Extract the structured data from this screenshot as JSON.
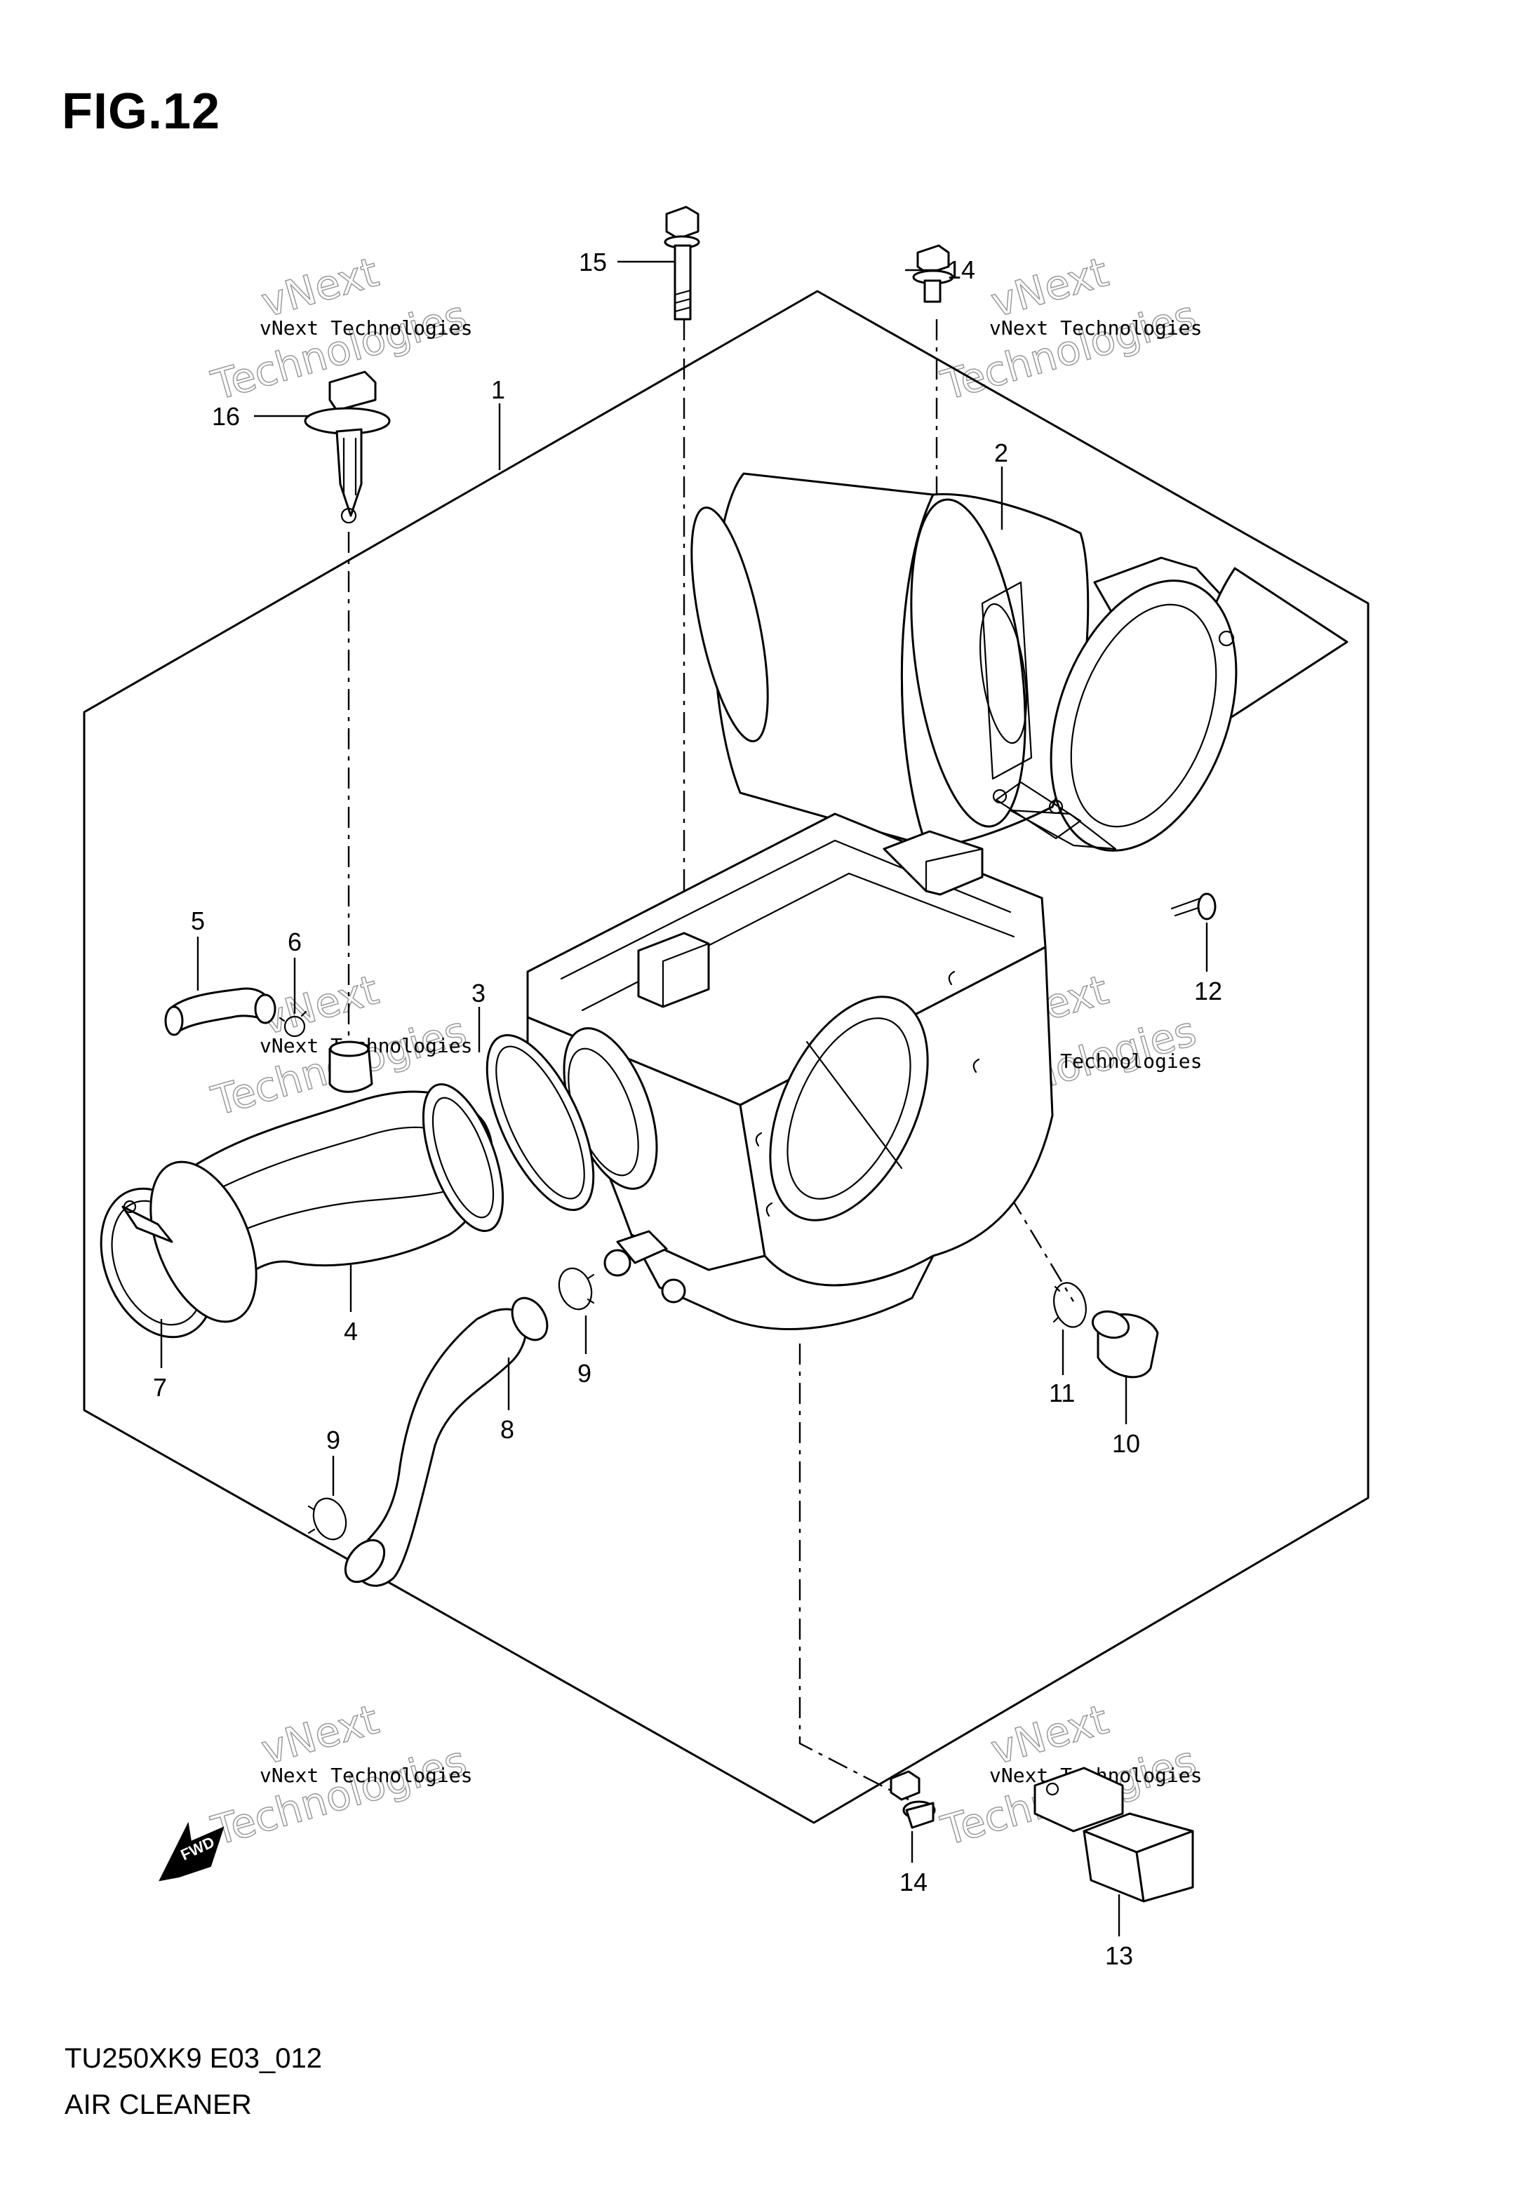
{
  "figure": {
    "title": "FIG.12",
    "model_code": "TU250XK9 E03_012",
    "subtitle": "AIR CLEANER"
  },
  "watermark": {
    "line1": "vNext Technologies",
    "line2_a": "vNext",
    "line2_b": "Technologies"
  },
  "forward_arrow": {
    "label": "FWD"
  },
  "callouts": [
    {
      "id": "c1",
      "label": "1"
    },
    {
      "id": "c2",
      "label": "2"
    },
    {
      "id": "c3",
      "label": "3"
    },
    {
      "id": "c4",
      "label": "4"
    },
    {
      "id": "c5",
      "label": "5"
    },
    {
      "id": "c6",
      "label": "6"
    },
    {
      "id": "c7",
      "label": "7"
    },
    {
      "id": "c8",
      "label": "8"
    },
    {
      "id": "c9a",
      "label": "9"
    },
    {
      "id": "c9b",
      "label": "9"
    },
    {
      "id": "c10",
      "label": "10"
    },
    {
      "id": "c11",
      "label": "11"
    },
    {
      "id": "c12",
      "label": "12"
    },
    {
      "id": "c13",
      "label": "13"
    },
    {
      "id": "c14a",
      "label": "14"
    },
    {
      "id": "c14b",
      "label": "14"
    },
    {
      "id": "c15",
      "label": "15"
    },
    {
      "id": "c16",
      "label": "16"
    }
  ]
}
